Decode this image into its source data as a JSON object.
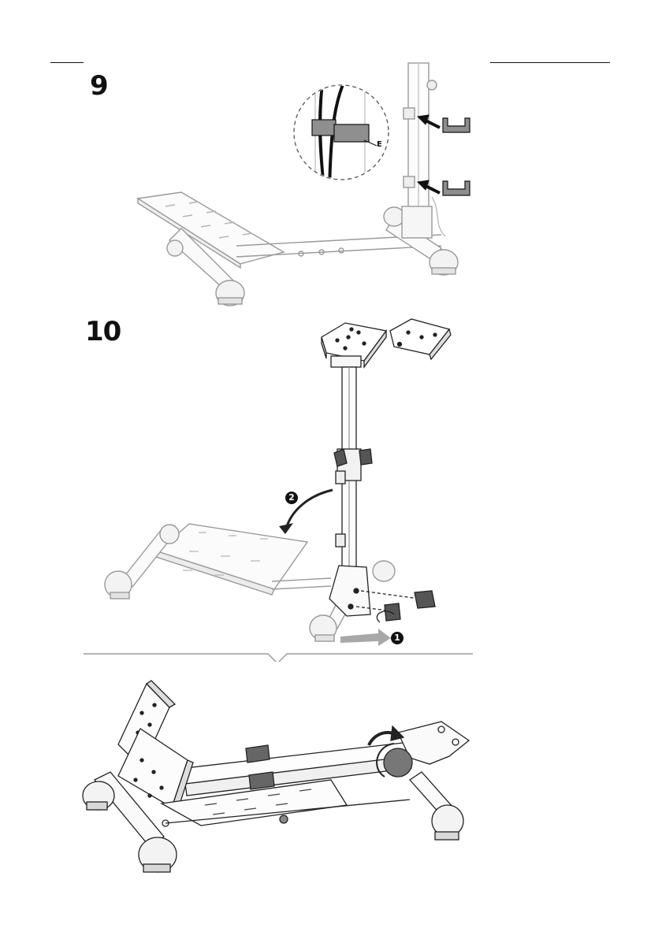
{
  "steps": [
    {
      "number": "9",
      "part_label": "E"
    },
    {
      "number": "10",
      "badge_1": "1",
      "badge_2": "2"
    }
  ]
}
